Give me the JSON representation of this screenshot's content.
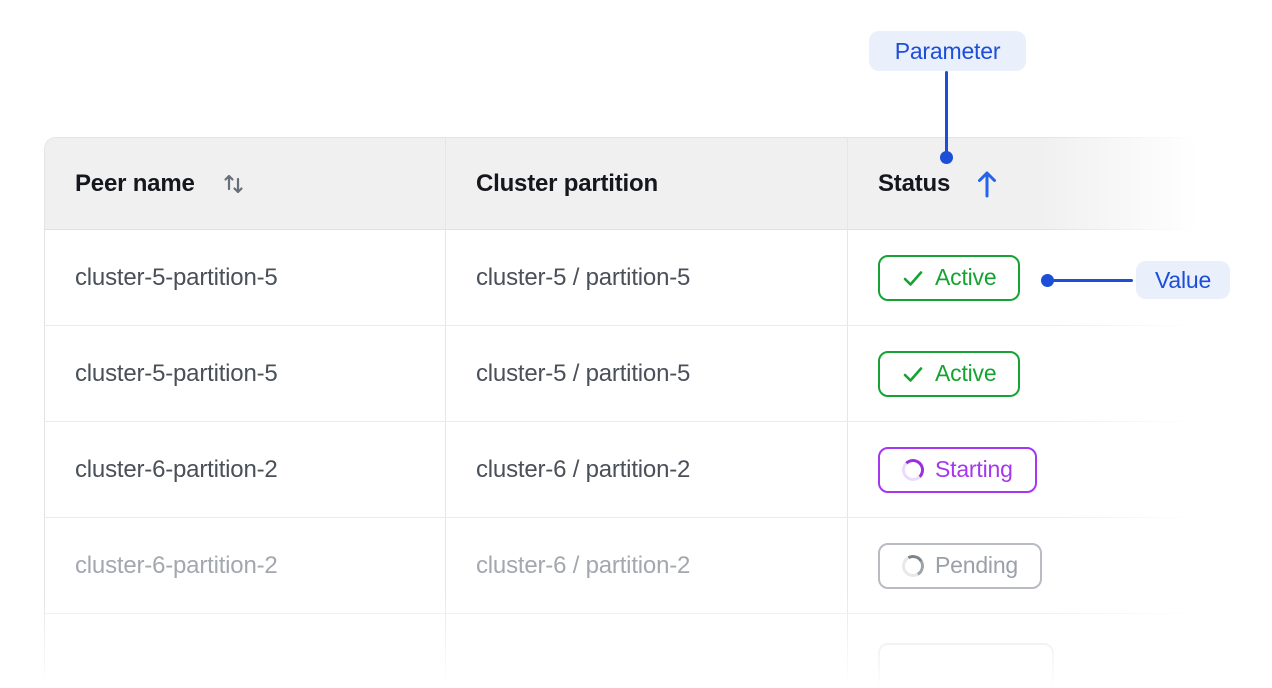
{
  "annotations": {
    "parameter_label": "Parameter",
    "value_label": "Value",
    "accent_color": "#1d4ed8",
    "pill_background": "#e9effb"
  },
  "table": {
    "columns": [
      {
        "label": "Peer name",
        "sort_icon": "sort-both",
        "sort_state": "sortable"
      },
      {
        "label": "Cluster partition",
        "sort_icon": "none",
        "sort_state": "none"
      },
      {
        "label": "Status",
        "sort_icon": "arrow-up",
        "sort_state": "ascending"
      }
    ],
    "rows": [
      {
        "peer_name": "cluster-5-partition-5",
        "cluster_partition": "cluster-5 / partition-5",
        "status_label": "Active",
        "status_state": "active",
        "muted": false
      },
      {
        "peer_name": "cluster-5-partition-5",
        "cluster_partition": "cluster-5 / partition-5",
        "status_label": "Active",
        "status_state": "active",
        "muted": false
      },
      {
        "peer_name": "cluster-6-partition-2",
        "cluster_partition": "cluster-6 / partition-2",
        "status_label": "Starting",
        "status_state": "starting",
        "muted": false
      },
      {
        "peer_name": "cluster-6-partition-2",
        "cluster_partition": "cluster-6 / partition-2",
        "status_label": "Pending",
        "status_state": "pending",
        "muted": true
      },
      {
        "peer_name": "",
        "cluster_partition": "",
        "status_label": "",
        "status_state": "faded-cutoff",
        "muted": true
      }
    ],
    "status_colors": {
      "active": "#16a333",
      "starting": "#a437ef",
      "pending": "#9ba0a8"
    }
  }
}
